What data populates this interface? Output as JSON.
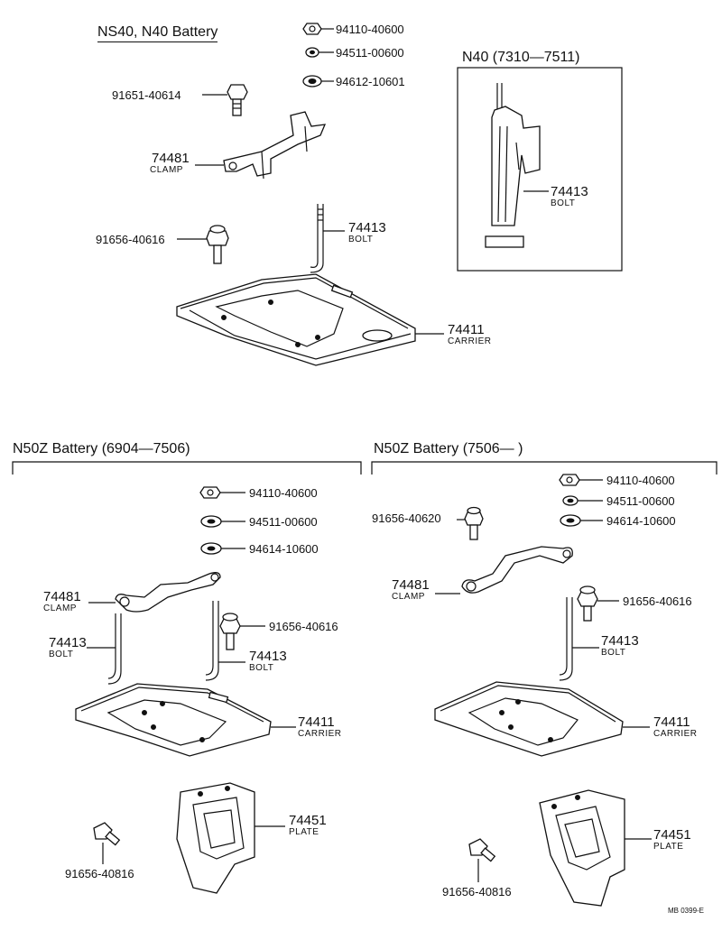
{
  "sections": {
    "ns40": {
      "title": "NS40, N40 Battery",
      "parts": {
        "nut": "94110-40600",
        "washer1": "94511-00600",
        "washer2": "94612-10601",
        "bolt_top": "91651-40614",
        "clamp_no": "74481",
        "clamp_name": "CLAMP",
        "bolt_mid": "91656-40616",
        "bolt_no": "74413",
        "bolt_name": "BOLT",
        "carrier_no": "74411",
        "carrier_name": "CARRIER"
      },
      "inset": {
        "title": "N40 (7310—7511)",
        "bolt_no": "74413",
        "bolt_name": "BOLT"
      }
    },
    "n50z_a": {
      "title": "N50Z Battery (6904—7506)",
      "parts": {
        "nut": "94110-40600",
        "washer1": "94511-00600",
        "washer2": "94614-10600",
        "clamp_no": "74481",
        "clamp_name": "CLAMP",
        "bolt_screw": "91656-40616",
        "bolt1_no": "74413",
        "bolt1_name": "BOLT",
        "bolt2_no": "74413",
        "bolt2_name": "BOLT",
        "carrier_no": "74411",
        "carrier_name": "CARRIER",
        "plate_no": "74451",
        "plate_name": "PLATE",
        "plate_bolt": "91656-40816"
      }
    },
    "n50z_b": {
      "title": "N50Z Battery (7506—        )",
      "parts": {
        "nut": "94110-40600",
        "washer1": "94511-00600",
        "washer2": "94614-10600",
        "bolt_top": "91656-40620",
        "clamp_no": "74481",
        "clamp_name": "CLAMP",
        "bolt_screw": "91656-40616",
        "bolt_no": "74413",
        "bolt_name": "BOLT",
        "carrier_no": "74411",
        "carrier_name": "CARRIER",
        "plate_no": "74451",
        "plate_name": "PLATE",
        "plate_bolt": "91656-40816"
      }
    }
  },
  "footer_code": "MB 0399-E"
}
